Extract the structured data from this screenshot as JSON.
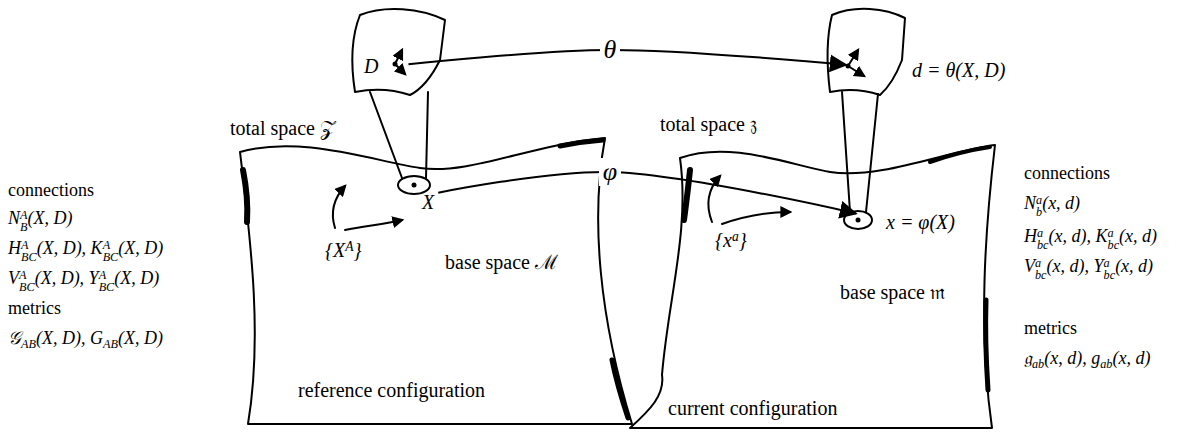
{
  "diagram": {
    "nodes": [
      {
        "text": [
          "D"
        ]
      },
      {
        "text": [
          "X"
        ]
      },
      {
        "text": [
          "d = θ(X, D)"
        ]
      },
      {
        "text": [
          "x = φ(X)"
        ]
      }
    ],
    "edges": [
      {
        "from": 0,
        "to": 2,
        "label": "θ",
        "arrow": "to"
      },
      {
        "from": 1,
        "to": 3,
        "label": "φ",
        "arrow": "to"
      }
    ],
    "labels": [
      "connections",
      "NAB(X, D)",
      "HABC(X, D), KABC(X, D)",
      "VABC(X, D), YABC(X, D)",
      "metrics",
      "𝒢AB(X, D), GAB(X, D)",
      "total space 𝒵",
      "{XA}",
      "base space ℳ",
      "reference configuration",
      "total space 𝔷",
      "{xa}",
      "base space 𝔪",
      "current configuration",
      "connections",
      "Nab(x, d)",
      "Habc(x, d), Kabc(x, d)",
      "Vabc(x, d), Yabc(x, d)",
      "metrics",
      "𝔤ab(x, d), gab(x, d)"
    ]
  }
}
